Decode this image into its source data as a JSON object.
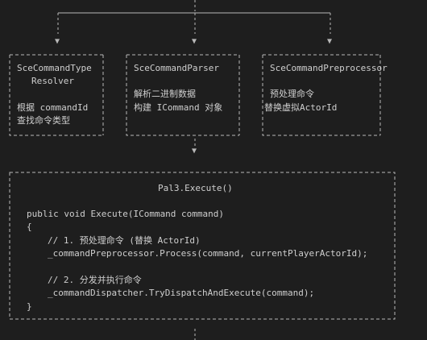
{
  "boxes": {
    "resolver": {
      "line1": "SceCommandType",
      "line2": "Resolver",
      "line3": "根据 commandId",
      "line4": "查找命令类型"
    },
    "parser": {
      "line1": "SceCommandParser",
      "line2": "解析二进制数据",
      "line3": "构建 ICommand 对象"
    },
    "preprocessor": {
      "line1": "SceCommandPreprocessor",
      "line2": "预处理命令",
      "line3": "替换虚拟ActorId"
    }
  },
  "execute": {
    "title": "Pal3.Execute()",
    "signature": "public void Execute(ICommand command)",
    "open_brace": "{",
    "comment1": "// 1. 预处理命令 (替换 ActorId)",
    "call1": "_commandPreprocessor.Process(command, currentPlayerActorId);",
    "comment2": "// 2. 分发并执行命令",
    "call2": "_commandDispatcher.TryDispatchAndExecute(command);",
    "close_brace": "}"
  },
  "colors": {
    "line": "#b8b8b8",
    "background": "#1e1e1e",
    "text": "#cfcfcf"
  }
}
